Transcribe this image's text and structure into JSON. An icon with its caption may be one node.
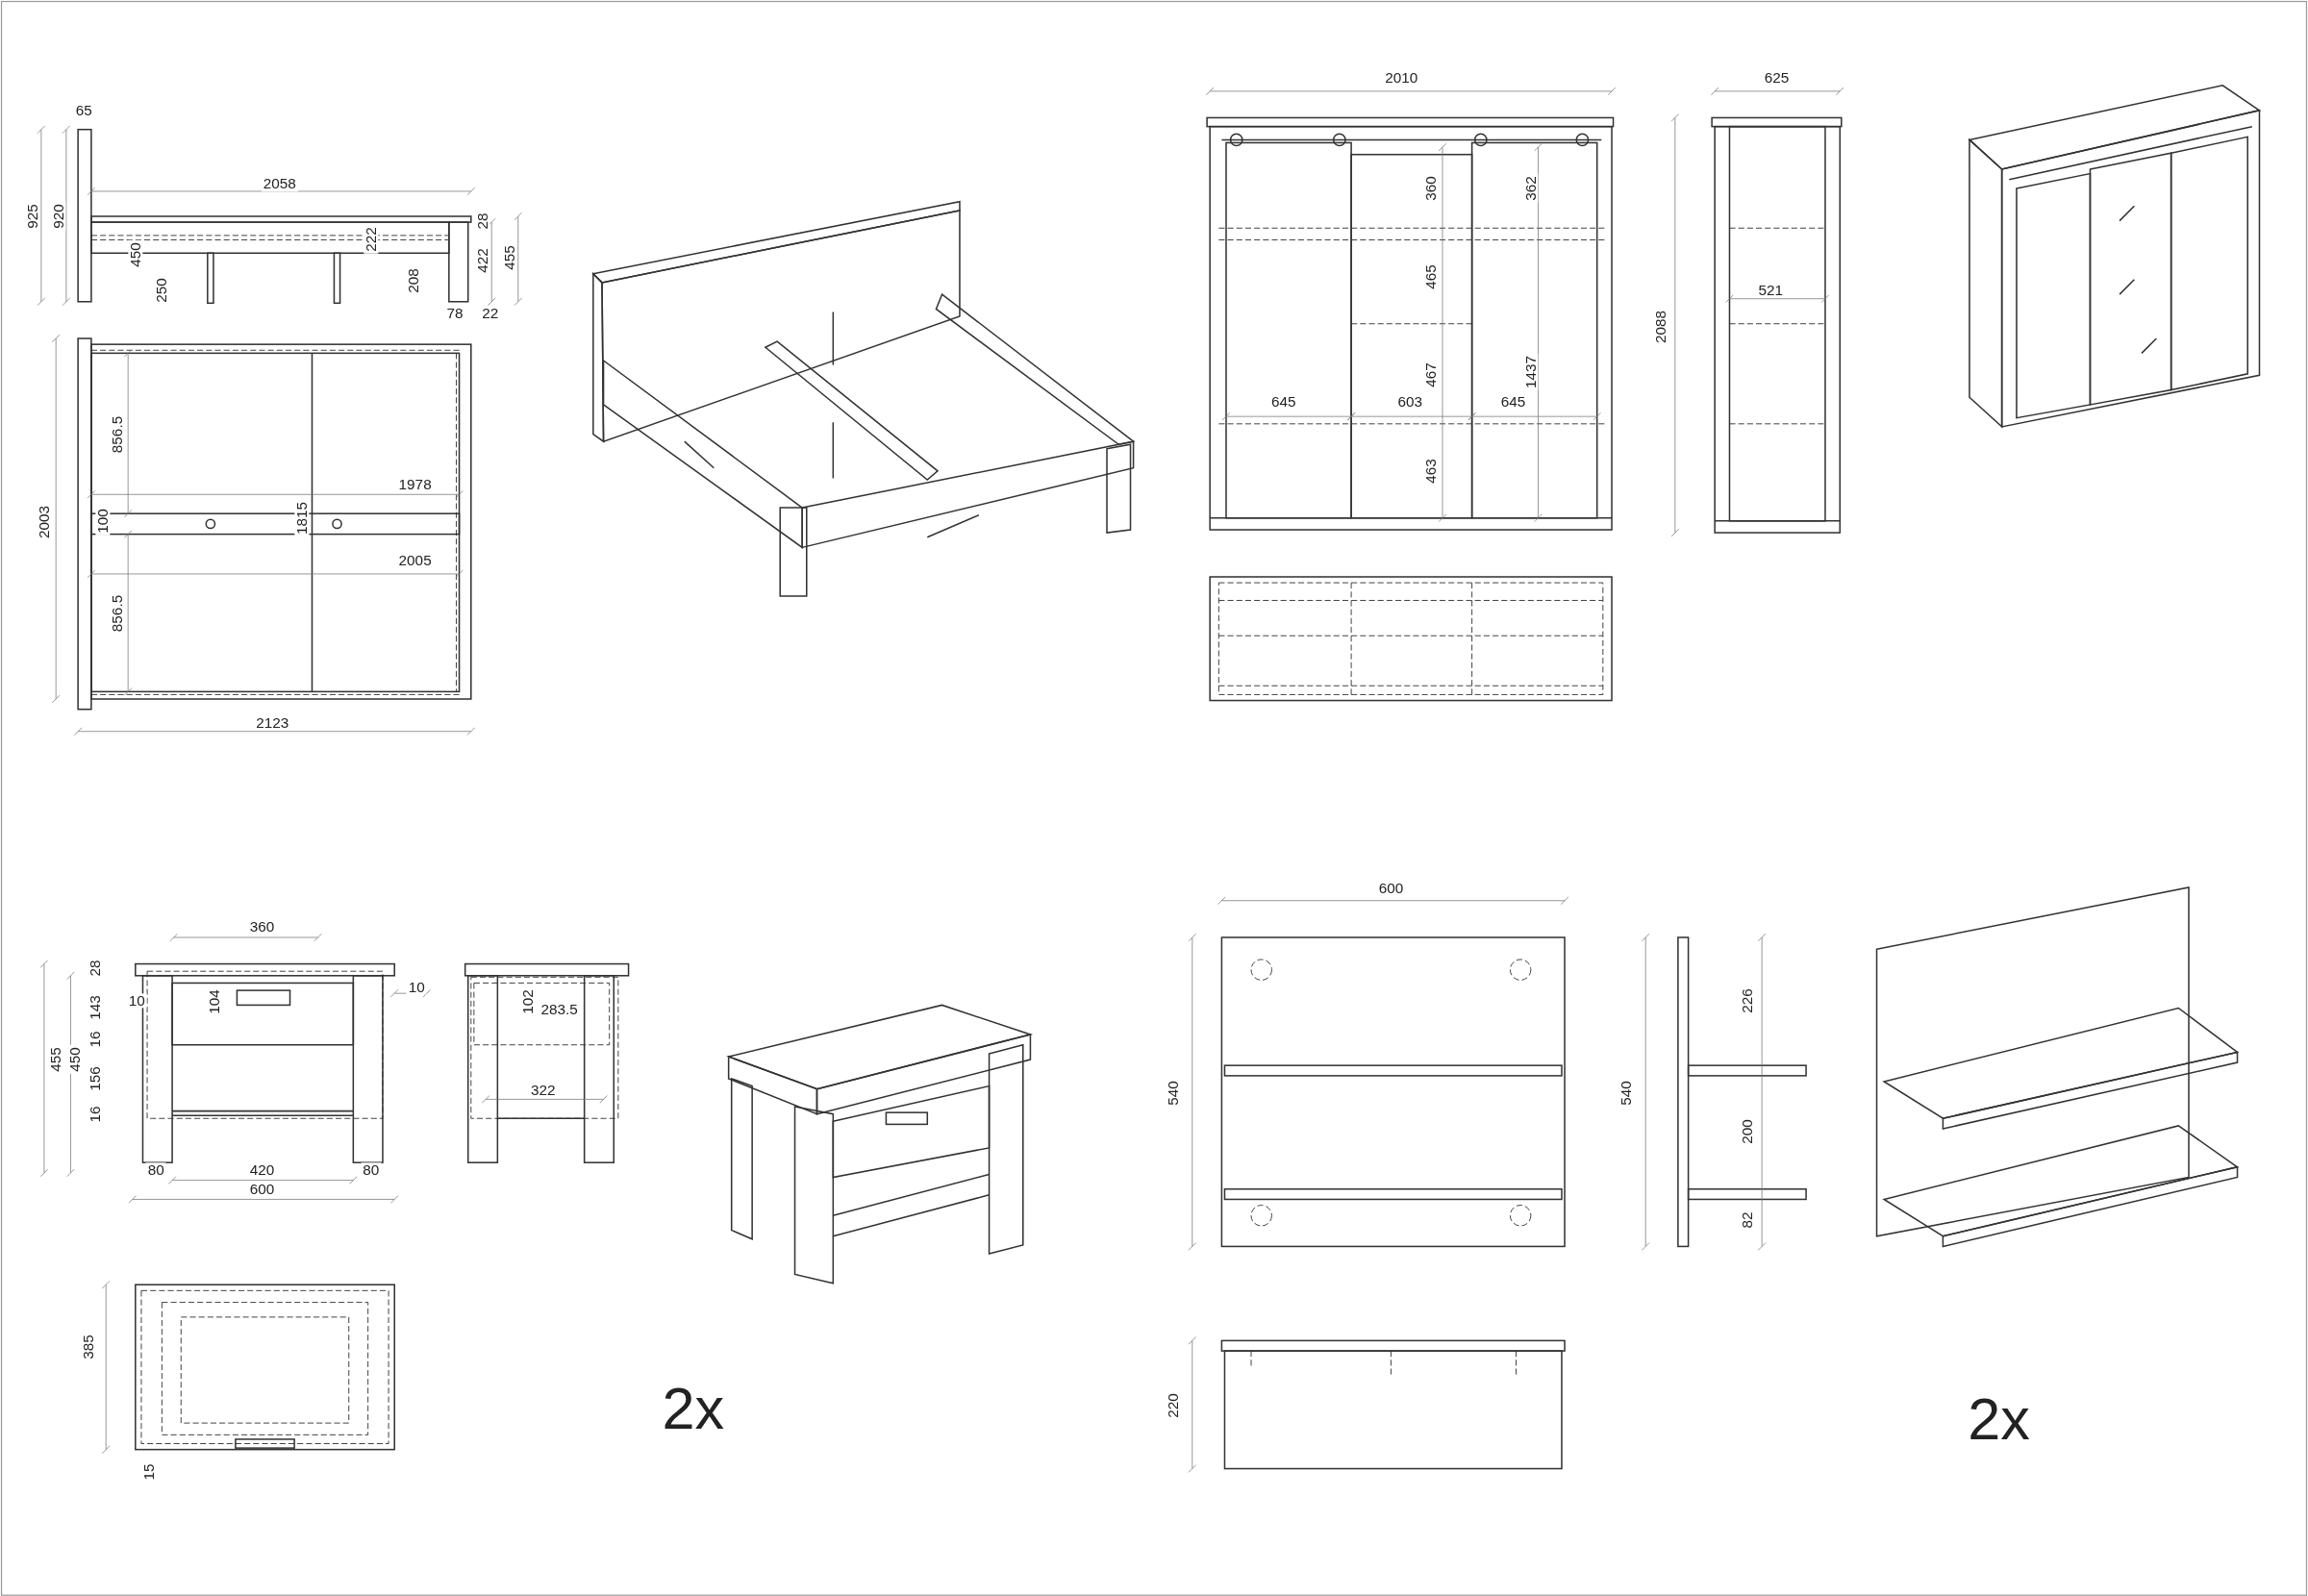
{
  "diagram": {
    "labels": [
      "65",
      "925",
      "920",
      "2058",
      "450",
      "250",
      "222",
      "208",
      "28",
      "422",
      "455",
      "78",
      "22",
      "856.5",
      "1978",
      "100",
      "1815",
      "2005",
      "856.5",
      "2003",
      "2123",
      "2010",
      "625",
      "360",
      "362",
      "465",
      "2088",
      "521",
      "467",
      "1437",
      "645",
      "603",
      "645",
      "463",
      "360",
      "28",
      "143",
      "10",
      "104",
      "10",
      "102",
      "283.5",
      "16",
      "455",
      "450",
      "156",
      "322",
      "16",
      "80",
      "420",
      "80",
      "600",
      "385",
      "15",
      "2x",
      "600",
      "540",
      "540",
      "226",
      "200",
      "82",
      "220",
      "2x"
    ]
  }
}
